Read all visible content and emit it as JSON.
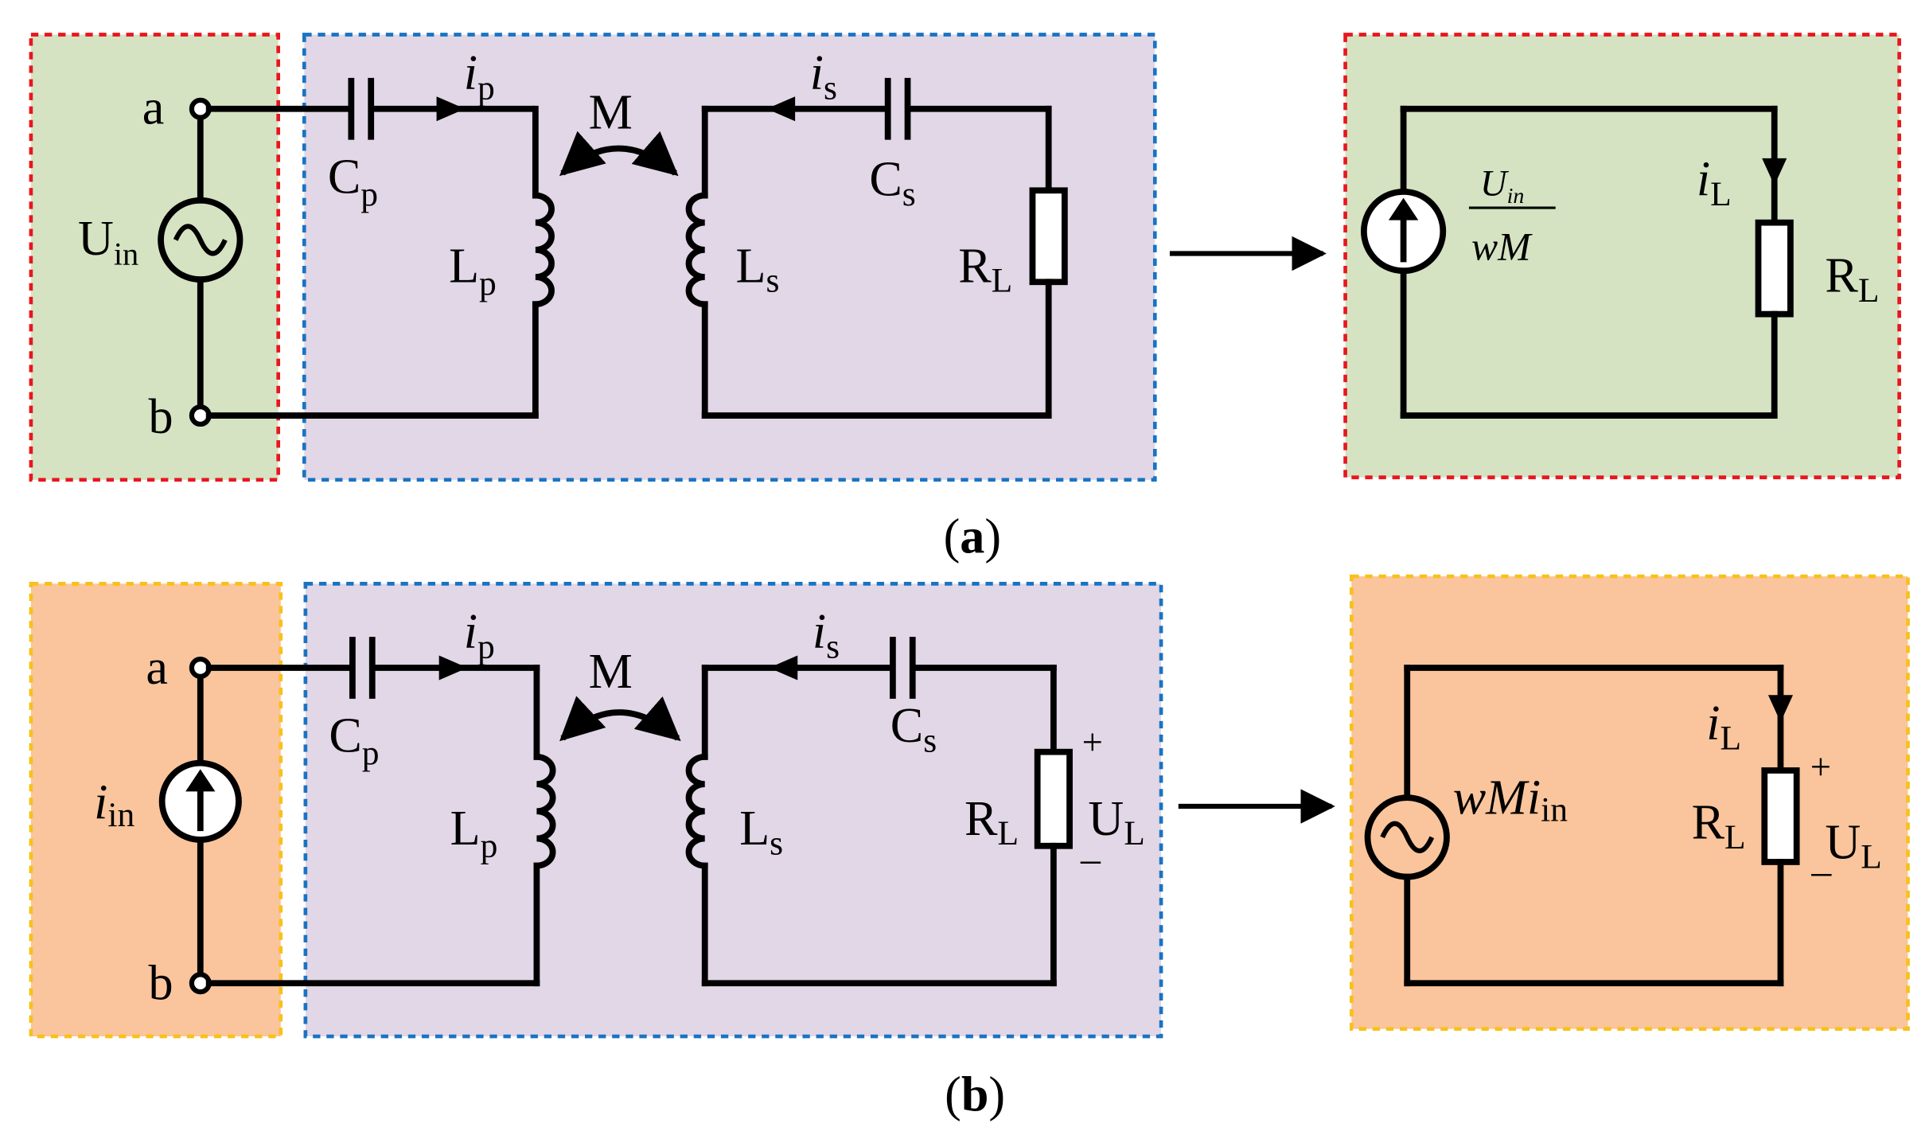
{
  "colors": {
    "green_fill": "#d5e3c2",
    "purple_fill": "#e1d7e6",
    "orange_fill": "#fac59c",
    "red_border": "#e8161e",
    "blue_border": "#1a73c2",
    "yellow_border": "#f8c11a",
    "wire": "#000000"
  },
  "icons": [
    "ac-source-icon",
    "current-source-icon",
    "capacitor-icon",
    "inductor-icon",
    "resistor-icon",
    "arrow-icon"
  ],
  "a": {
    "caption": "a",
    "node_a": "a",
    "node_b": "b",
    "source_main": "U",
    "source_sub": "in",
    "cp_main": "C",
    "cp_sub": "p",
    "lp_main": "L",
    "lp_sub": "p",
    "ip_main": "i",
    "ip_sub": "p",
    "m": "M",
    "is_main": "i",
    "is_sub": "s",
    "cs_main": "C",
    "cs_sub": "s",
    "ls_main": "L",
    "ls_sub": "s",
    "rl_main": "R",
    "rl_sub": "L",
    "eq_num_main": "U",
    "eq_num_sub": "in",
    "eq_den": "wM",
    "eq_il_main": "i",
    "eq_il_sub": "L",
    "eq_rl_main": "R",
    "eq_rl_sub": "L"
  },
  "b": {
    "caption": "b",
    "node_a": "a",
    "node_b": "b",
    "source_main": "i",
    "source_sub": "in",
    "cp_main": "C",
    "cp_sub": "p",
    "lp_main": "L",
    "lp_sub": "p",
    "ip_main": "i",
    "ip_sub": "p",
    "m": "M",
    "is_main": "i",
    "is_sub": "s",
    "cs_main": "C",
    "cs_sub": "s",
    "ls_main": "L",
    "ls_sub": "s",
    "rl_main": "R",
    "rl_sub": "L",
    "ul_main": "U",
    "ul_sub": "L",
    "plus": "+",
    "minus": "–",
    "eq_src_main": "wMi",
    "eq_src_sub": "in",
    "eq_il_main": "i",
    "eq_il_sub": "L",
    "eq_rl_main": "R",
    "eq_rl_sub": "L",
    "eq_ul_main": "U",
    "eq_ul_sub": "L",
    "eq_plus": "+",
    "eq_minus": "–"
  }
}
